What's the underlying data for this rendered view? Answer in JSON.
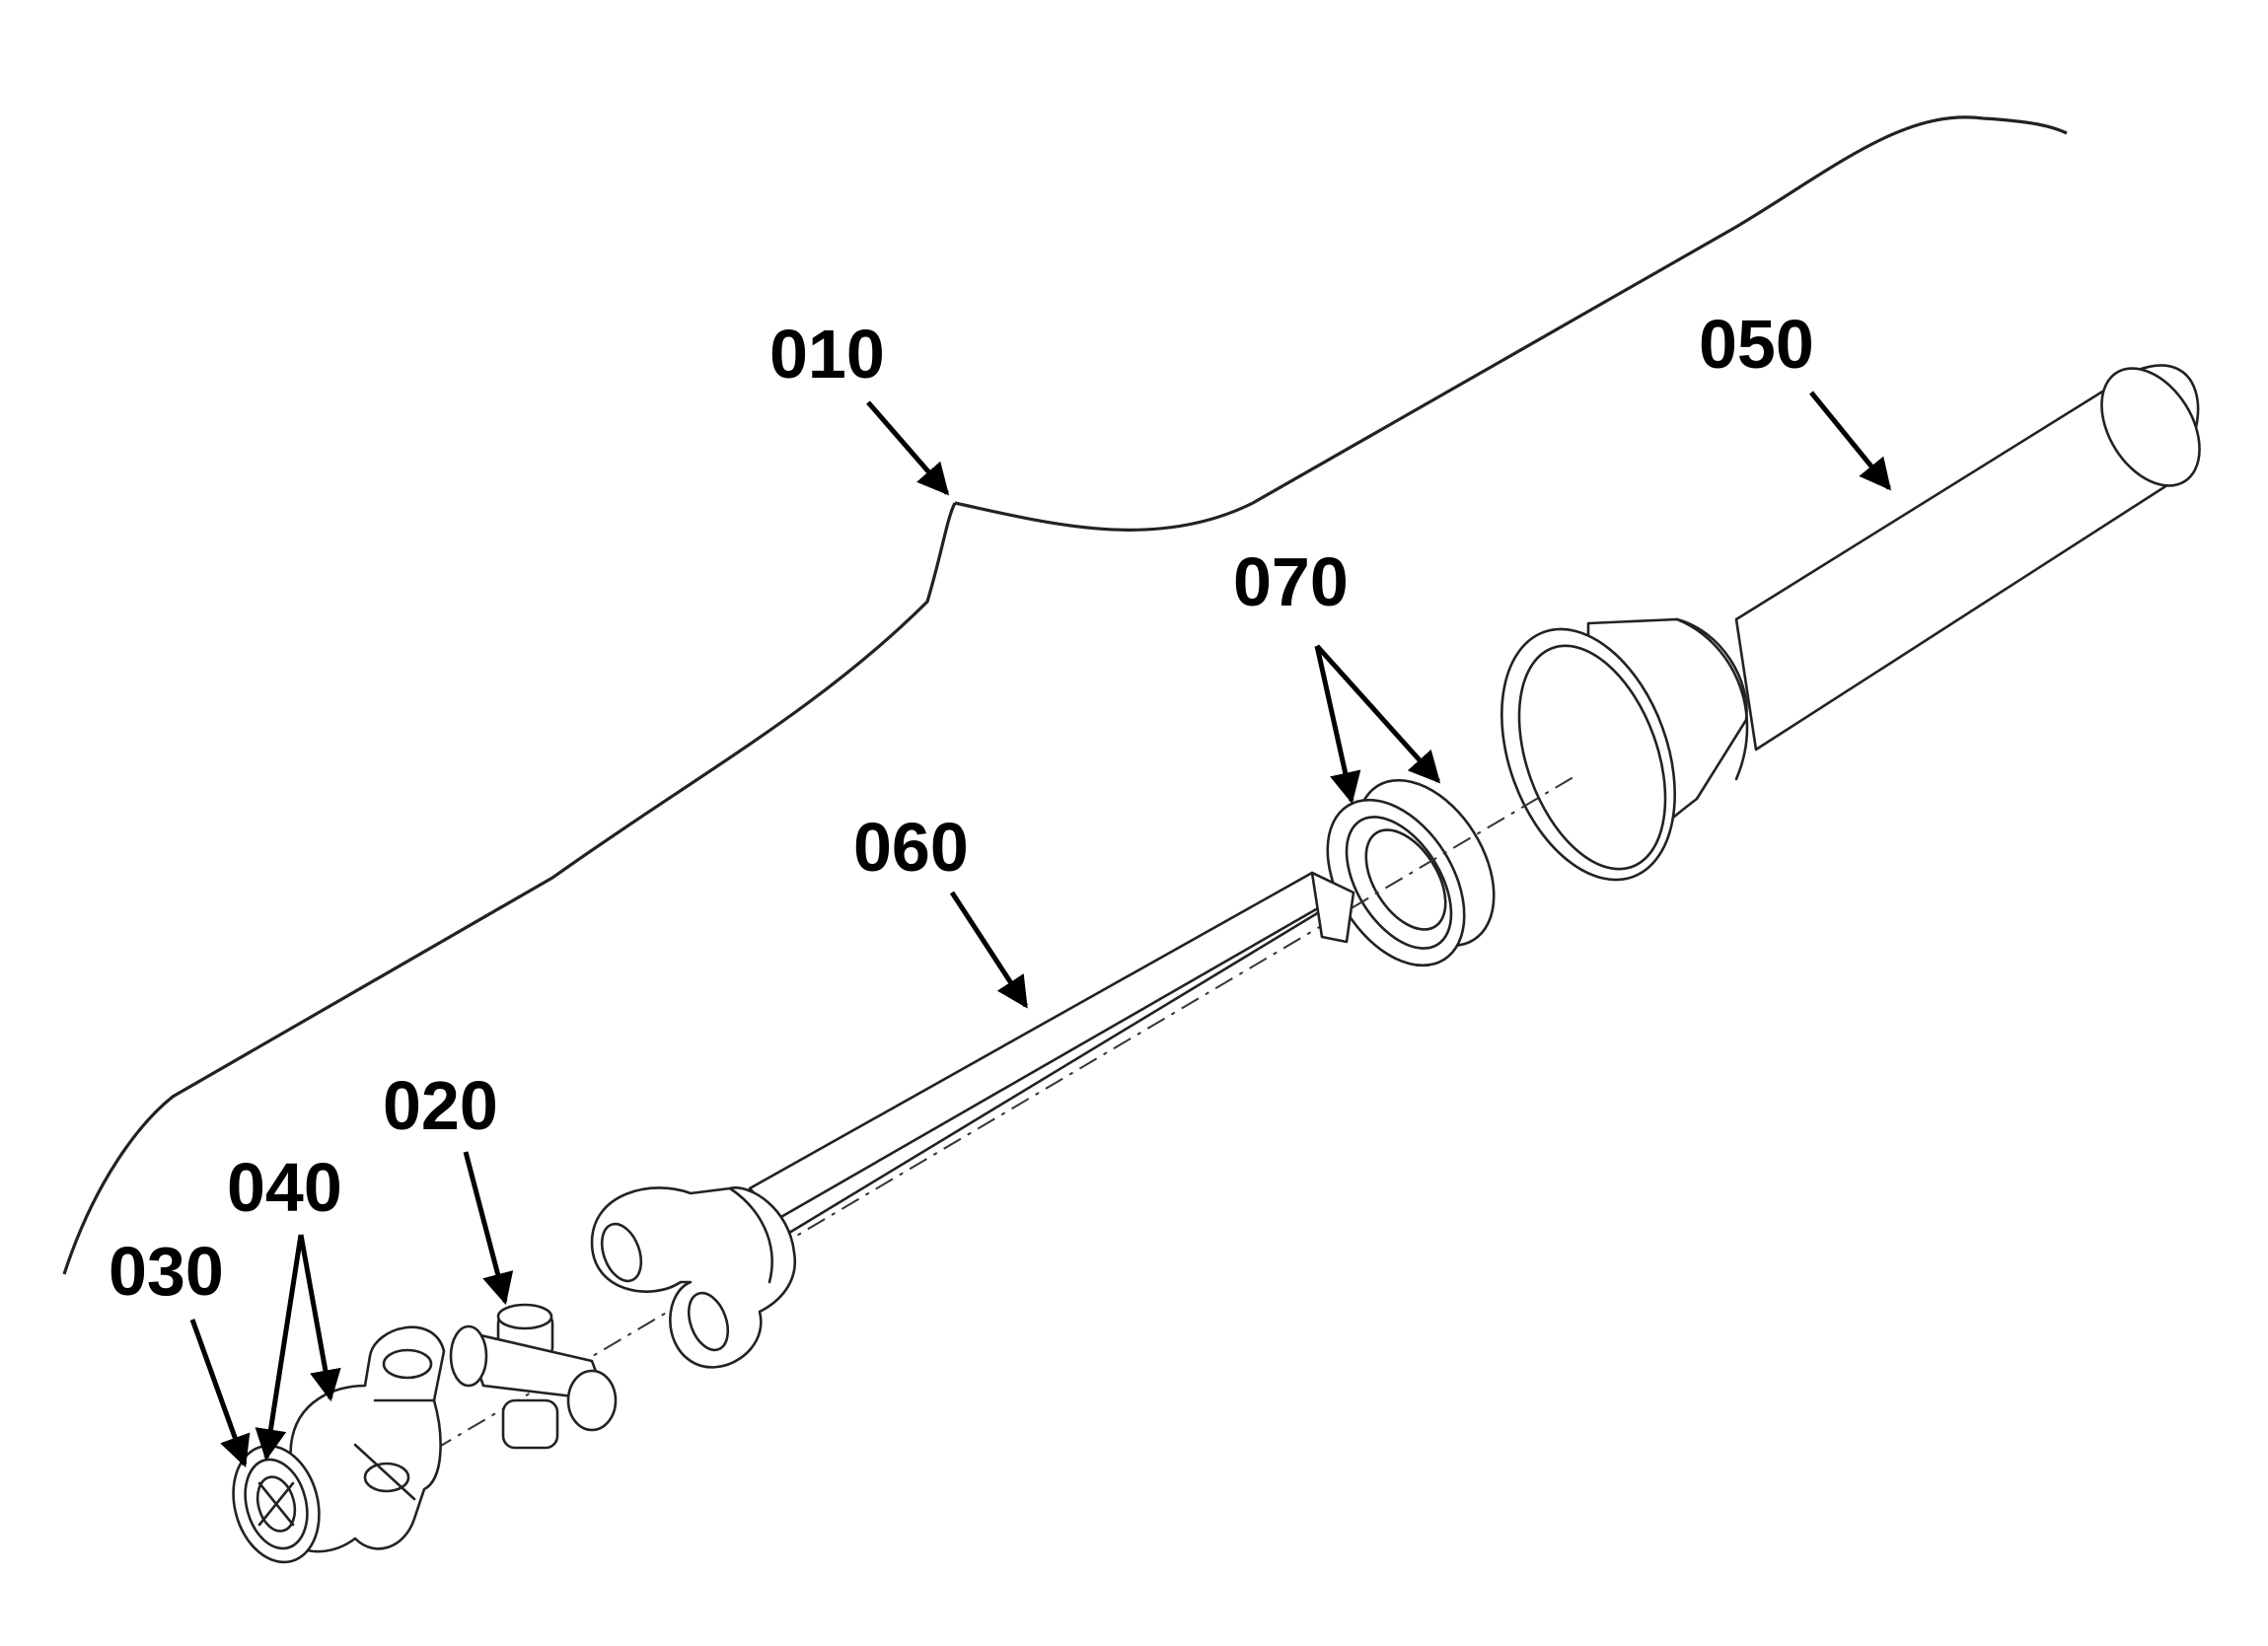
{
  "parts": [
    {
      "id": "shield",
      "label": "010"
    },
    {
      "id": "cross-kit",
      "label": "020"
    },
    {
      "id": "yoke-inner",
      "label": "030"
    },
    {
      "id": "yoke-outer",
      "label": "040"
    },
    {
      "id": "tube-guard",
      "label": "050"
    },
    {
      "id": "shaft",
      "label": "060"
    },
    {
      "id": "bearing-ring",
      "label": "070"
    }
  ],
  "colors": {
    "line": "#222222",
    "background": "#ffffff"
  }
}
